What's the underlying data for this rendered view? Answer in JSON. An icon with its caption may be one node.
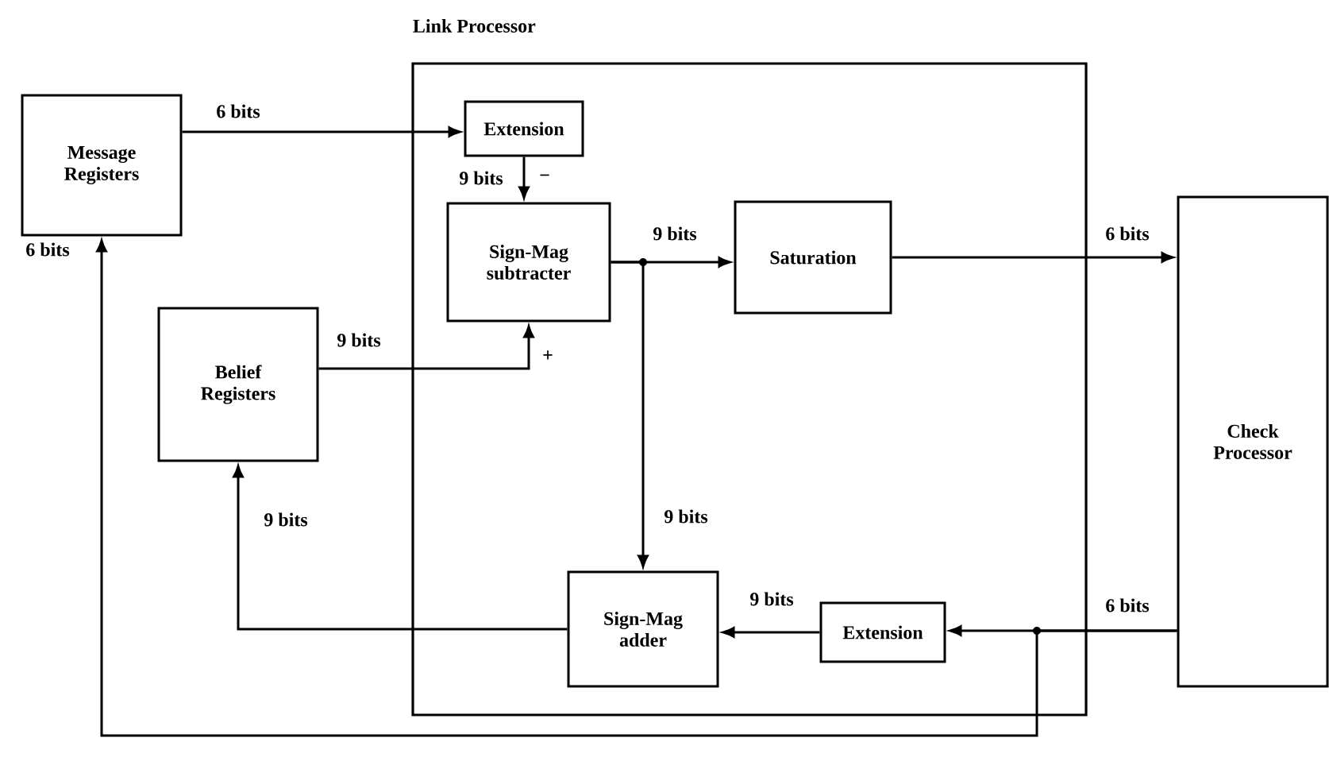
{
  "diagram": {
    "nodes": [
      {
        "text": [
          "Link Processor"
        ]
      },
      {
        "text": [
          "Message Registers"
        ]
      },
      {
        "text": [
          "Extension"
        ],
        "in": 0
      },
      {
        "text": [
          "Sign-Mag subtracter"
        ],
        "in": 0
      },
      {
        "text": [
          "Saturation"
        ],
        "in": 0
      },
      {
        "text": [
          "Belief Registers"
        ]
      },
      {
        "text": [
          "Check Processor"
        ]
      },
      {
        "text": [
          "Sign-Mag adder"
        ],
        "in": 0
      },
      {
        "text": [
          "Extension"
        ],
        "in": 0
      }
    ],
    "edges": [
      {
        "from": 1,
        "to": 2,
        "arrow": "to",
        "label": "6 bits"
      },
      {
        "from": 2,
        "to": 3,
        "arrow": "to",
        "label": "9 bits"
      },
      {
        "from": 5,
        "to": 3,
        "arrow": "to",
        "label": "9 bits"
      },
      {
        "from": 3,
        "to": 4,
        "arrow": "to",
        "label": "9 bits"
      },
      {
        "from": 3,
        "to": 7,
        "arrow": "to",
        "label": "9 bits"
      },
      {
        "from": 4,
        "to": 6,
        "arrow": "to",
        "label": "6 bits"
      },
      {
        "from": 6,
        "to": 8,
        "arrow": "to",
        "label": "6 bits"
      },
      {
        "from": 6,
        "to": 1,
        "arrow": "to",
        "label": "6 bits"
      },
      {
        "from": 8,
        "to": 7,
        "arrow": "to",
        "label": "9 bits"
      },
      {
        "from": 7,
        "to": 5,
        "arrow": "to",
        "label": "9 bits"
      }
    ],
    "labels": [
      "−",
      "+"
    ]
  }
}
